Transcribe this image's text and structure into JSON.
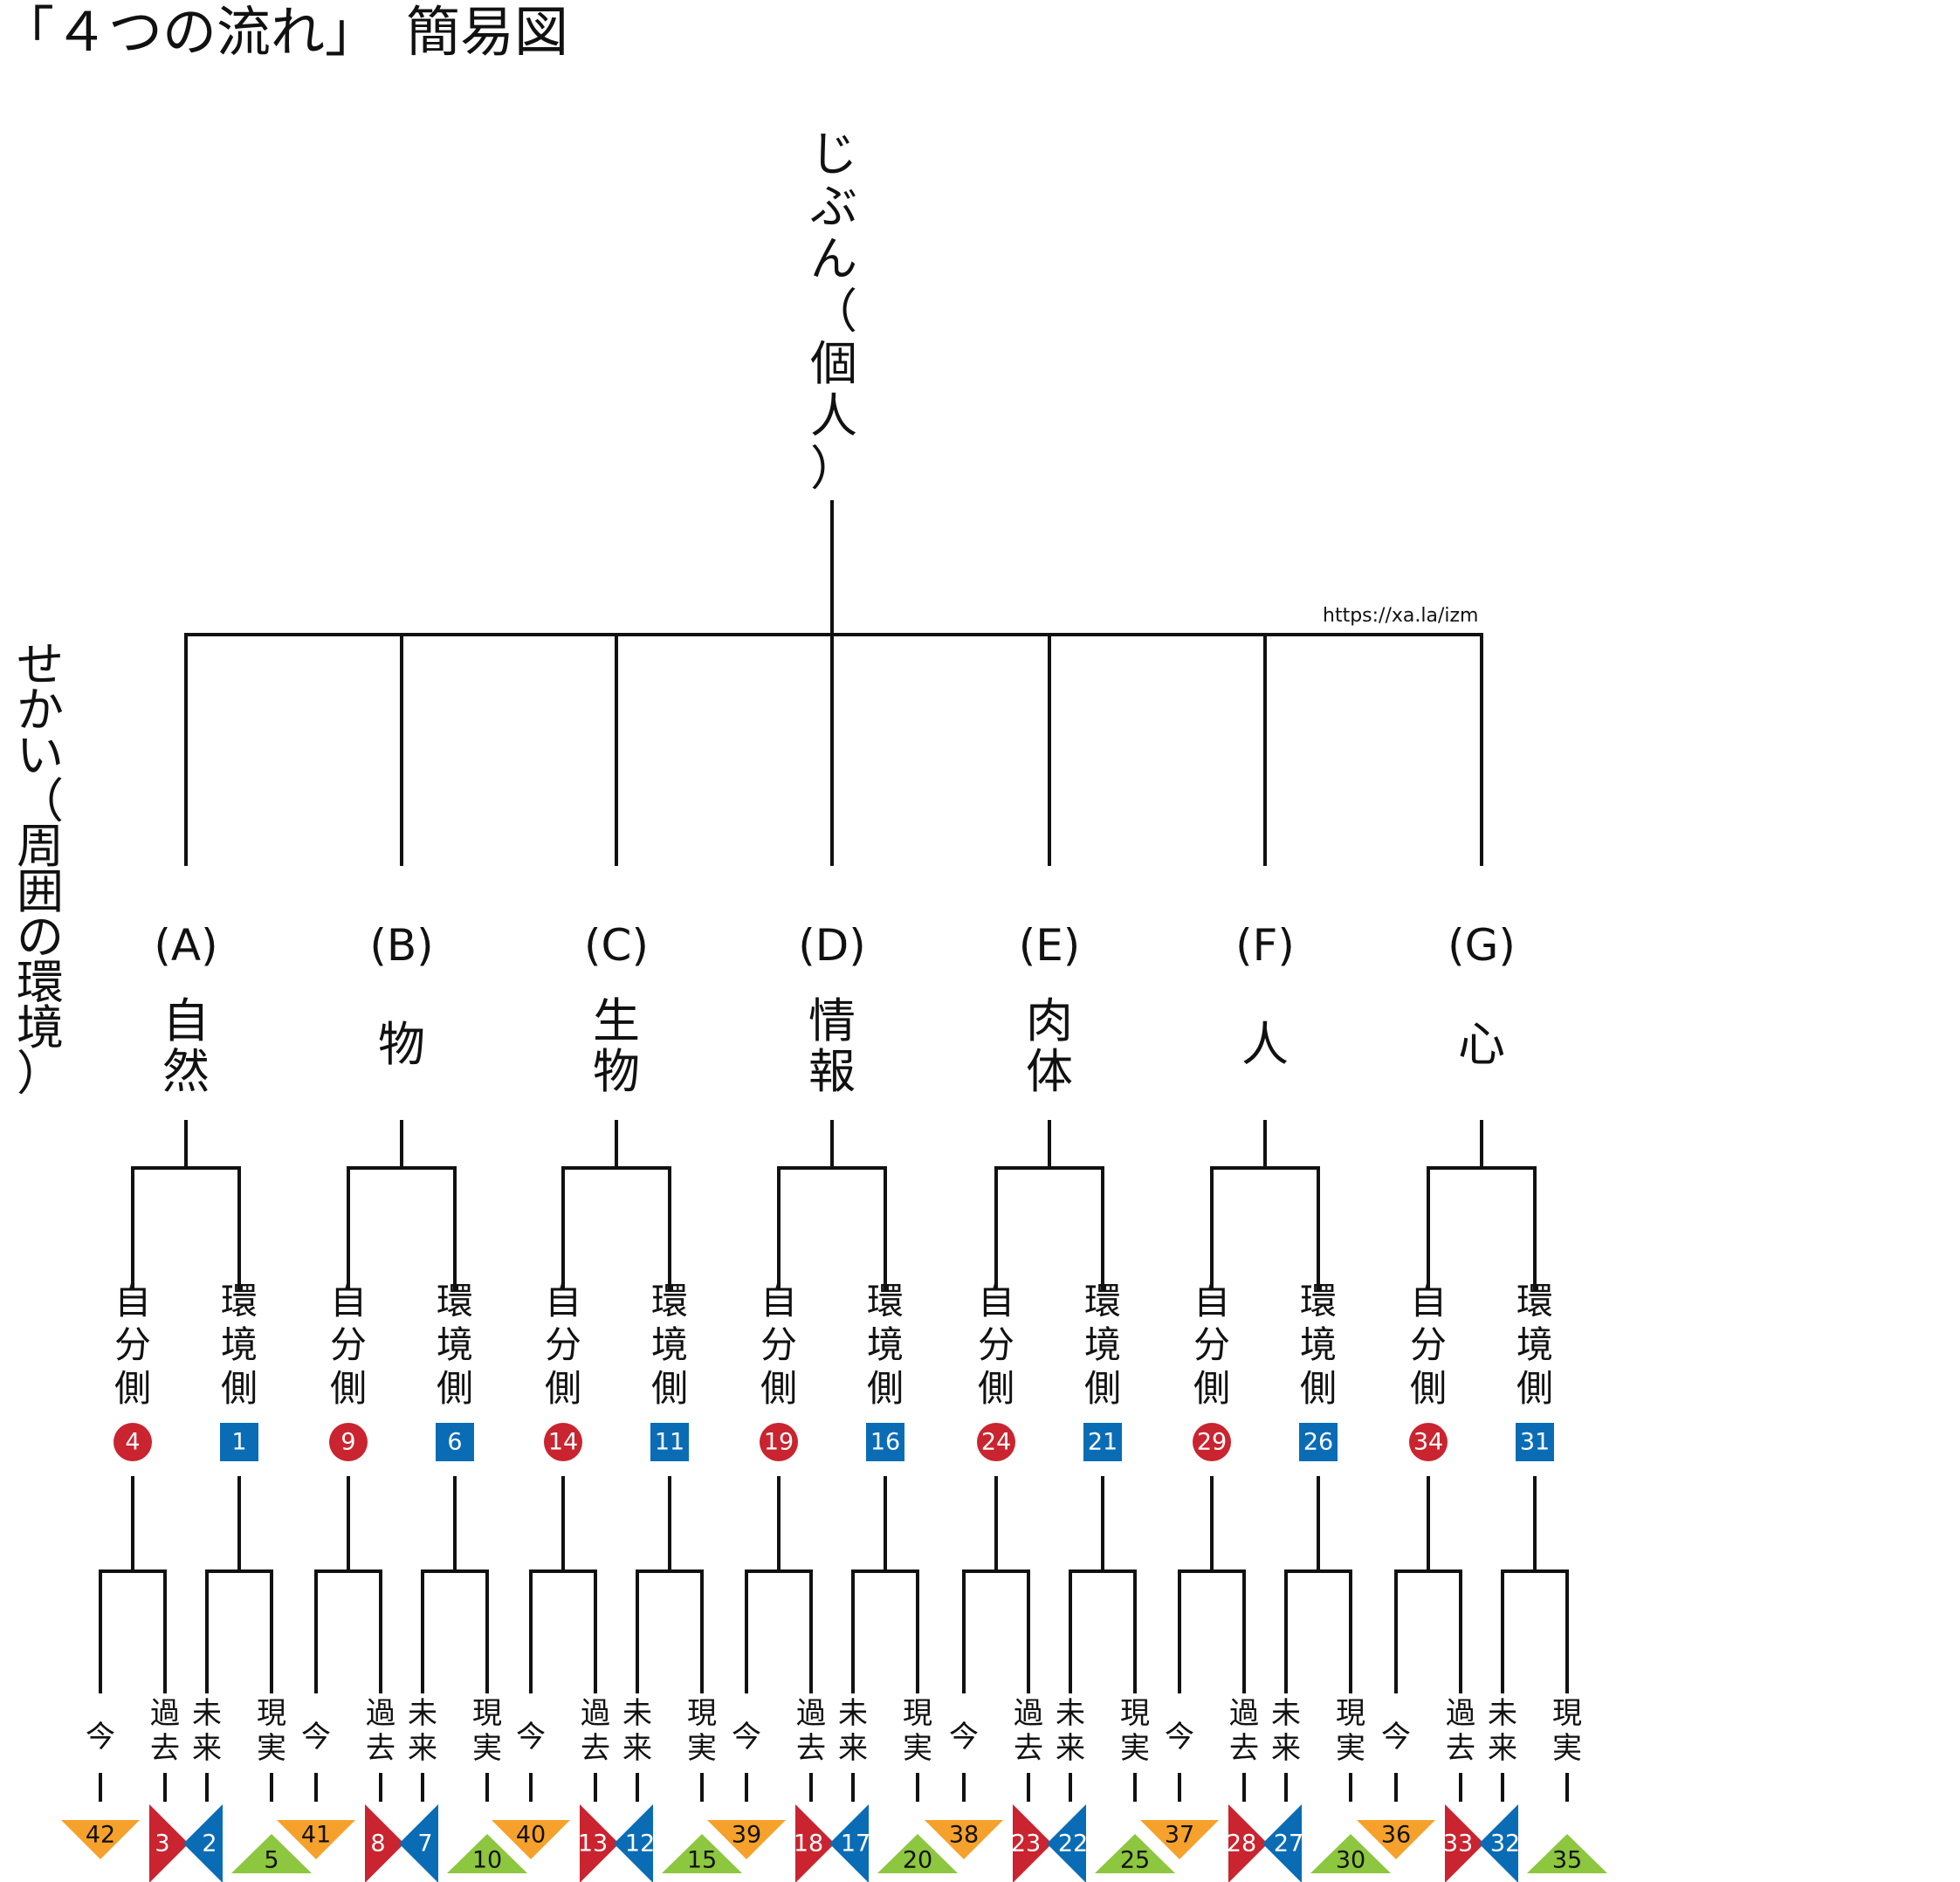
{
  "title": "「４つの流れ」　簡易図",
  "url": "https://xa.la/izm",
  "root_label": "じぶん（個人）",
  "side_label": "せかい（周囲の環境）",
  "self_side_label": "自分側",
  "env_side_label": "環境側",
  "leaf_labels": {
    "now": "今",
    "past": "過去",
    "future": "未来",
    "reality": "現実"
  },
  "colors": {
    "red": "#c9242f",
    "blue": "#0a6cb5",
    "orange": "#f6a12b",
    "green": "#8dc63f",
    "line": "#111111"
  },
  "branches": [
    {
      "letter": "(A)",
      "name": "自然",
      "self": "4",
      "env": "1",
      "now": "42",
      "past": "3",
      "future": "2",
      "reality": "5"
    },
    {
      "letter": "(B)",
      "name": "物",
      "self": "9",
      "env": "6",
      "now": "41",
      "past": "8",
      "future": "7",
      "reality": "10"
    },
    {
      "letter": "(C)",
      "name": "生物",
      "self": "14",
      "env": "11",
      "now": "40",
      "past": "13",
      "future": "12",
      "reality": "15"
    },
    {
      "letter": "(D)",
      "name": "情報",
      "self": "19",
      "env": "16",
      "now": "39",
      "past": "18",
      "future": "17",
      "reality": "20"
    },
    {
      "letter": "(E)",
      "name": "肉体",
      "self": "24",
      "env": "21",
      "now": "38",
      "past": "23",
      "future": "22",
      "reality": "25"
    },
    {
      "letter": "(F)",
      "name": "人",
      "self": "29",
      "env": "26",
      "now": "37",
      "past": "28",
      "future": "27",
      "reality": "30"
    },
    {
      "letter": "(G)",
      "name": "心",
      "self": "34",
      "env": "31",
      "now": "36",
      "past": "33",
      "future": "32",
      "reality": "35"
    }
  ]
}
